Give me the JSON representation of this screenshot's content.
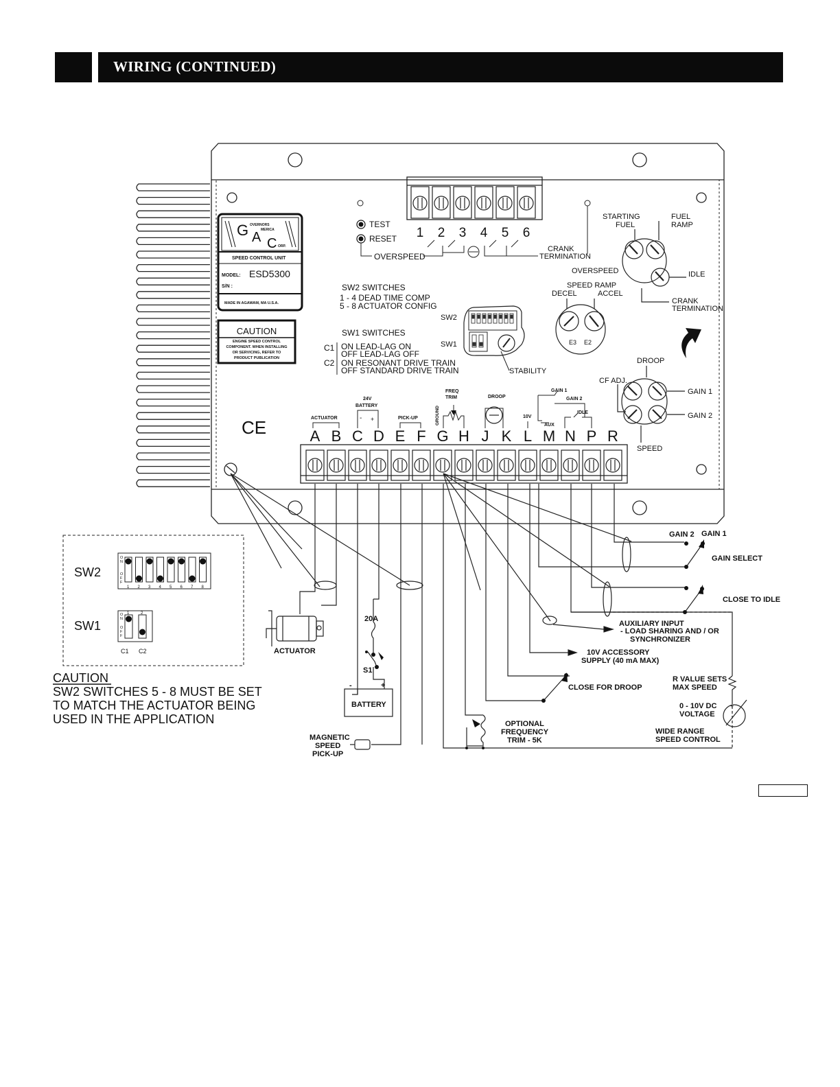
{
  "header": {
    "title": "WIRING (CONTINUED)"
  },
  "label": {
    "logo_line1": "OVERNORS",
    "logo_line2": "MERICA",
    "logo_line3": "ORP.",
    "unit": "SPEED CONTROL UNIT",
    "model_label": "MODEL:",
    "model": "ESD5300",
    "sn": "S/N :",
    "made_in": "MADE IN AGAWAM, MA  U.S.A."
  },
  "caution_box": {
    "title": "CAUTION",
    "lines": [
      "ENGINE SPEED CONTROL",
      "COMPONENT. WHEN INSTALLING",
      "OR SERVICING, REFER TO",
      "PRODUCT PUBLICATION"
    ]
  },
  "top_terminals": [
    "1",
    "2",
    "3",
    "4",
    "5",
    "6"
  ],
  "labels_top": {
    "test": "TEST",
    "reset": "RESET",
    "overspeed": "OVERSPEED",
    "crank1": "CRANK",
    "crank2": "TERMINATION"
  },
  "sw2_info": {
    "title": "SW2 SWITCHES",
    "line1": "1 - 4   DEAD TIME COMP",
    "line2": "5 - 8  ACTUATOR CONFIG"
  },
  "sw1_info": {
    "title": "SW1 SWITCHES",
    "c1": "C1",
    "c1_on": "ON    LEAD-LAG ON",
    "c1_off": "OFF  LEAD-LAG OFF",
    "c2": "C2",
    "c2_on": "ON    RESONANT DRIVE TRAIN",
    "c2_off": "OFF  STANDARD DRIVE TRAIN"
  },
  "board": {
    "sw2": "SW2",
    "sw1": "SW1",
    "stability": "STABILITY",
    "ce": "CE"
  },
  "pots": {
    "starting_fuel1": "STARTING",
    "starting_fuel2": "FUEL",
    "fuel_ramp1": "FUEL",
    "fuel_ramp2": "RAMP",
    "overspeed": "OVERSPEED",
    "idle": "IDLE",
    "crank1": "CRANK",
    "crank2": "TERMINATION",
    "speed_ramp": "SPEED RAMP",
    "decel": "DECEL",
    "accel": "ACCEL",
    "e3": "E3",
    "e2": "E2",
    "droop": "DROOP",
    "cf_adj": "CF ADJ.",
    "gain1": "GAIN 1",
    "gain2": "GAIN 2",
    "speed": "SPEED"
  },
  "terminal_labels": {
    "actuator": "ACTUATOR",
    "battery_v1": "24V",
    "battery_v2": "BATTERY",
    "minus": "-",
    "plus": "+",
    "pickup": "PICK-UP",
    "freq1": "FREQ",
    "freq2": "TRIM",
    "ground": "GROUND",
    "droop": "DROOP",
    "gain1": "GAIN 1",
    "gain2": "GAIN 2",
    "ten_v": "10V",
    "aux": "AUX",
    "idle": "IDLE"
  },
  "terminals": [
    "A",
    "B",
    "C",
    "D",
    "E",
    "F",
    "G",
    "H",
    "J",
    "K",
    "L",
    "M",
    "N",
    "P",
    "R"
  ],
  "wiring": {
    "gain2": "GAIN 2",
    "gain1": "GAIN 1",
    "gain_select": "GAIN SELECT",
    "close_idle": "CLOSE TO IDLE",
    "aux1": "AUXILIARY INPUT",
    "aux2": "-  LOAD SHARING AND / OR",
    "aux3": "SYNCHRONIZER",
    "acc1": "10V ACCESSORY",
    "acc2": "SUPPLY (40 mA MAX)",
    "droop": "CLOSE FOR DROOP",
    "rval1": "R VALUE SETS",
    "rval2": "MAX SPEED",
    "volt1": "0 - 10V DC",
    "volt2": "VOLTAGE",
    "wide1": "WIDE RANGE",
    "wide2": "SPEED CONTROL",
    "freq1": "OPTIONAL",
    "freq2": "FREQUENCY",
    "freq3": "TRIM - 5K",
    "fuse": "20A",
    "s1": "S1",
    "battery": "BATTERY",
    "bat_minus": "-",
    "bat_plus": "+",
    "actuator": "ACTUATOR",
    "mag1": "MAGNETIC",
    "mag2": "SPEED",
    "mag3": "PICK-UP"
  },
  "switch_panel": {
    "sw2": "SW2",
    "sw1": "SW1",
    "c1": "C1",
    "c2": "C2",
    "on": "ON",
    "off": "OFF",
    "sw2_numbers": [
      "1",
      "2",
      "3",
      "4",
      "5",
      "6",
      "7",
      "8"
    ],
    "sw2_states": [
      "on",
      "off",
      "on",
      "off",
      "on",
      "on",
      "off",
      "on"
    ],
    "sw1_numbers": [
      "1",
      "2"
    ],
    "sw1_states": [
      "on",
      "off"
    ]
  },
  "caution_note": {
    "title": "CAUTION",
    "line1": "SW2 SWITCHES 5 - 8 MUST BE SET",
    "line2": "TO MATCH THE ACTUATOR BEING",
    "line3": "USED IN THE APPLICATION"
  }
}
